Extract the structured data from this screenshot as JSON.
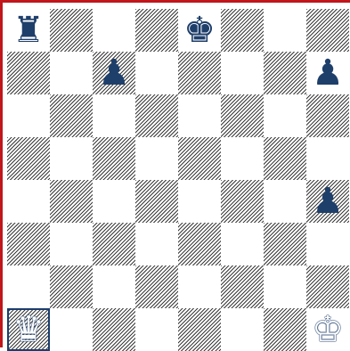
{
  "board": {
    "rows": [
      [
        "r",
        "",
        "",
        "",
        "k",
        "",
        "",
        ""
      ],
      [
        "",
        "",
        "p",
        "",
        "",
        "",
        "",
        "p"
      ],
      [
        "",
        "",
        "",
        "",
        "",
        "",
        "",
        ""
      ],
      [
        "",
        "",
        "",
        "",
        "",
        "",
        "",
        ""
      ],
      [
        "",
        "",
        "",
        "",
        "",
        "",
        "",
        "p"
      ],
      [
        "",
        "",
        "",
        "",
        "",
        "",
        "",
        ""
      ],
      [
        "",
        "",
        "",
        "",
        "",
        "",
        "",
        ""
      ],
      [
        "Q",
        "",
        "",
        "",
        "",
        "",
        "",
        "K"
      ]
    ],
    "highlighted_square": "a1",
    "colors": {
      "border": "#c0161c",
      "piece_dark": "#1f3f6b",
      "highlight": "#1c3d6e"
    }
  }
}
